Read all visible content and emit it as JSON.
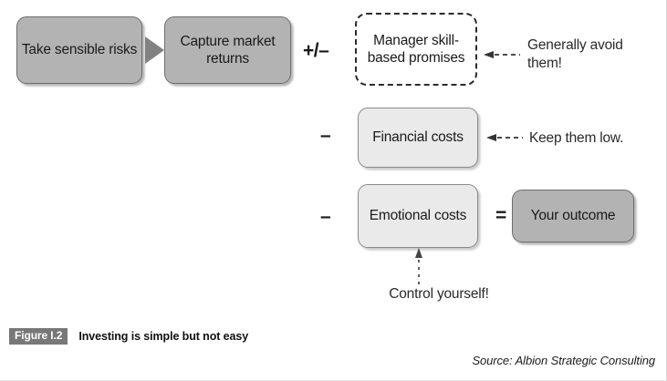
{
  "figure": {
    "caption_tag": "Figure I.2",
    "caption_title": "Investing is simple but not easy",
    "source": "Source: Albion Strategic Consulting"
  },
  "nodes": {
    "take_risks": {
      "label": "Take sensible risks",
      "style": "dark"
    },
    "capture_returns": {
      "label": "Capture market returns",
      "style": "dark"
    },
    "manager_promises": {
      "label": "Manager skill-based promises",
      "style": "dashed"
    },
    "financial_costs": {
      "label": "Financial costs",
      "style": "light"
    },
    "emotional_costs": {
      "label": "Emotional costs",
      "style": "light"
    },
    "your_outcome": {
      "label": "Your outcome",
      "style": "dark"
    }
  },
  "operators": {
    "plus_minus": "+/–",
    "minus_financial": "–",
    "minus_emotional": "–",
    "equals": "="
  },
  "annotations": {
    "avoid_them": "Generally avoid them!",
    "keep_low": "Keep them low.",
    "control_yourself": "Control yourself!"
  },
  "colors": {
    "node_dark_fill": "#b3b3b3",
    "node_light_fill": "#eaeaea",
    "node_border": "#6e6e6e",
    "arrow_fill": "#828282",
    "caption_tag_bg": "#787878",
    "page_background": "#ffffff"
  }
}
